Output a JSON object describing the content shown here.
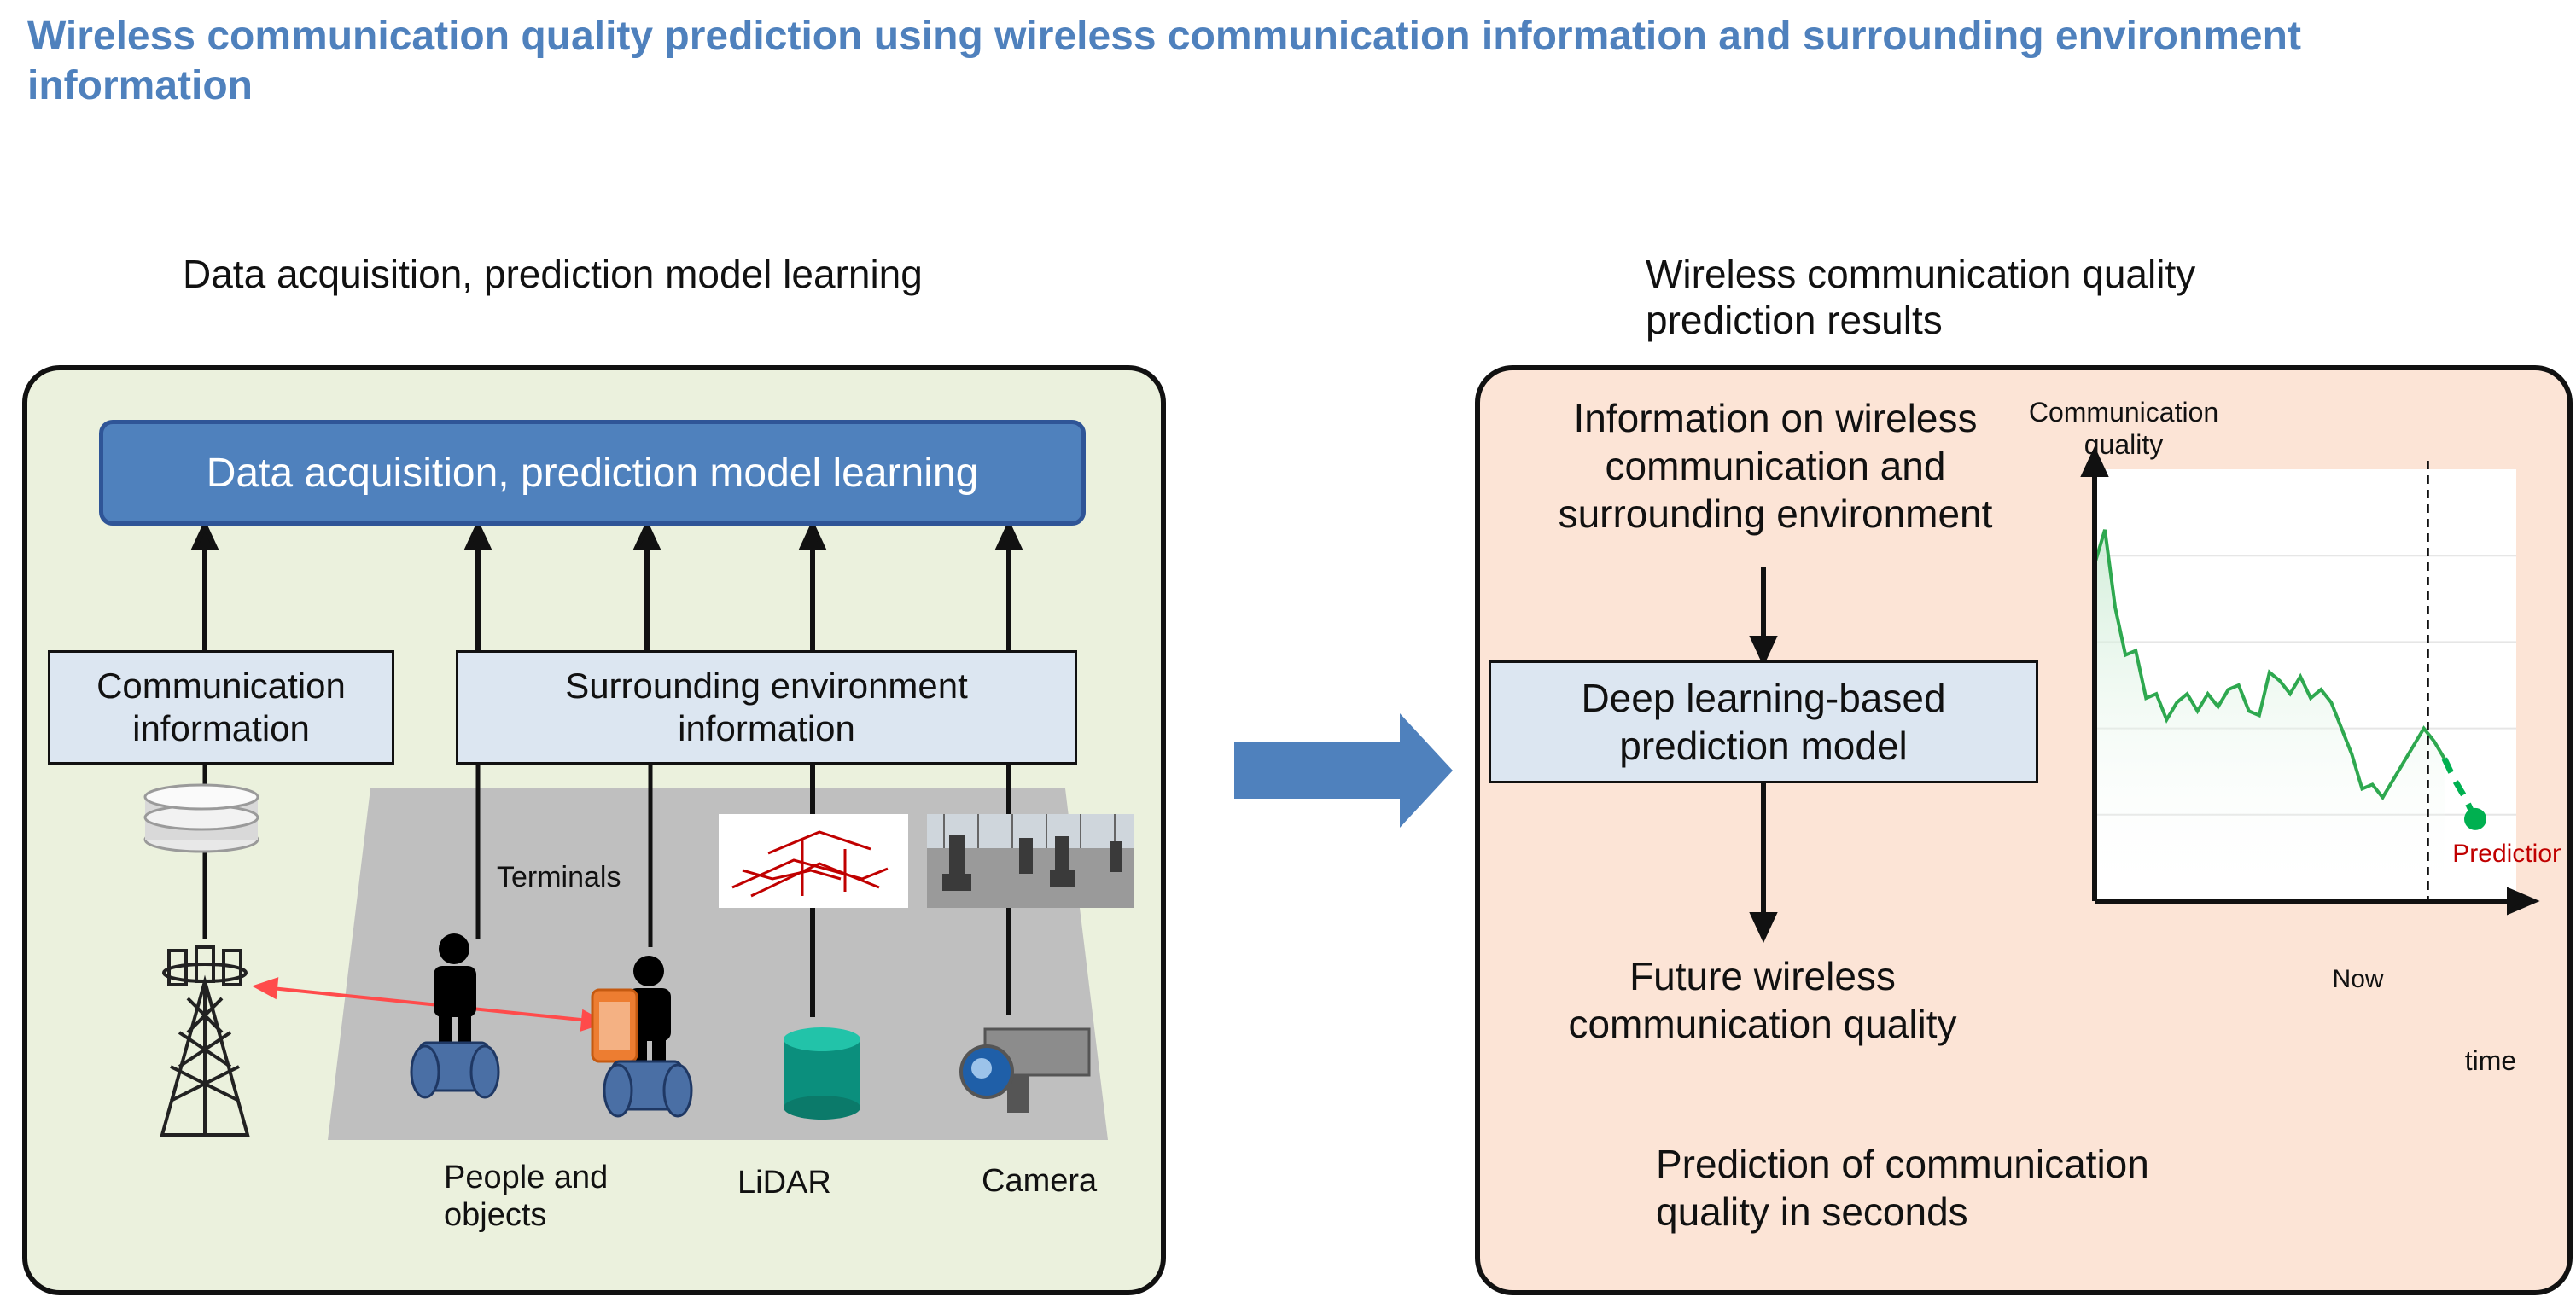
{
  "title": "Wireless communication quality prediction using wireless communication information and surrounding environment information",
  "left": {
    "heading": "Data acquisition, prediction model learning",
    "bar_label": "Data acquisition, prediction model learning",
    "comm_box": "Communication information",
    "env_box": "Surrounding environment information",
    "terminals": "Terminals",
    "people_objects": "People and objects",
    "lidar": "LiDAR",
    "camera": "Camera"
  },
  "right": {
    "heading": "Wireless communication quality prediction results",
    "info_text": "Information on wireless communication and surrounding environment",
    "model_box": "Deep learning-based prediction model",
    "future_text": "Future wireless communication quality",
    "bottom_text": "Prediction of communication quality in seconds"
  },
  "chart_data": {
    "type": "line",
    "ylabel": "Communication quality",
    "xlabel": "time",
    "now_label": "Now",
    "prediction_label": "Prediction",
    "series": [
      {
        "values": [
          0.78,
          0.86,
          0.68,
          0.57,
          0.58,
          0.47,
          0.48,
          0.42,
          0.46,
          0.48,
          0.44,
          0.48,
          0.45,
          0.49,
          0.5,
          0.44,
          0.43,
          0.53,
          0.51,
          0.48,
          0.52,
          0.47,
          0.49,
          0.46,
          0.4,
          0.34,
          0.26,
          0.27,
          0.24,
          0.28,
          0.32,
          0.36,
          0.4,
          0.37,
          0.33
        ]
      },
      {
        "values": [
          0.33,
          0.28,
          0.24,
          0.19
        ]
      }
    ],
    "colors": {
      "observed": "#2ea84f",
      "predicted": "#00b050",
      "prediction_text": "#c00000"
    }
  }
}
